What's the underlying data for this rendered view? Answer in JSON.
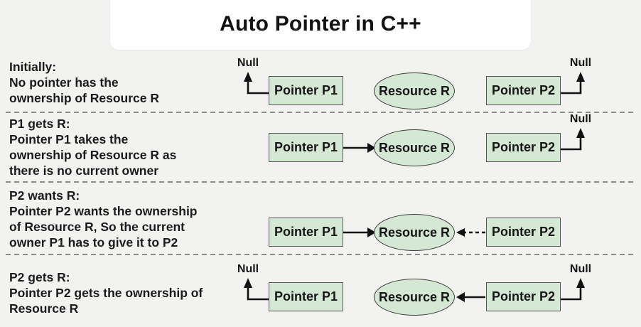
{
  "title": "Auto Pointer in C++",
  "colors": {
    "background": "#f2f2f0",
    "card": "#ffffff",
    "node_fill": "#d5e8d4",
    "node_border": "#565656",
    "arrow": "#111111",
    "divider": "#8c8c8c",
    "text": "#1b1b1b"
  },
  "shared": {
    "null_label": "Null",
    "p1_label": "Pointer P1",
    "p2_label": "Pointer P2",
    "resource_label": "Resource R"
  },
  "rows": [
    {
      "caption": [
        "Initially:",
        "No pointer has the",
        "ownership of Resource R"
      ],
      "state": "both pointers null"
    },
    {
      "caption": [
        "P1 gets R:",
        "Pointer P1 takes the",
        "ownership of Resource R as",
        "there is no current owner"
      ],
      "state": "P1 owns R, P2 null"
    },
    {
      "caption": [
        "P2 wants R:",
        "Pointer P2 wants the ownership",
        "of Resource R, So the current",
        "owner P1 has to give it to P2"
      ],
      "state": "P1 owns R, P2 requests R"
    },
    {
      "caption": [
        "P2 gets R:",
        "Pointer P2 gets the ownership of",
        "Resource R"
      ],
      "state": "P2 owns R, P1 null"
    }
  ]
}
